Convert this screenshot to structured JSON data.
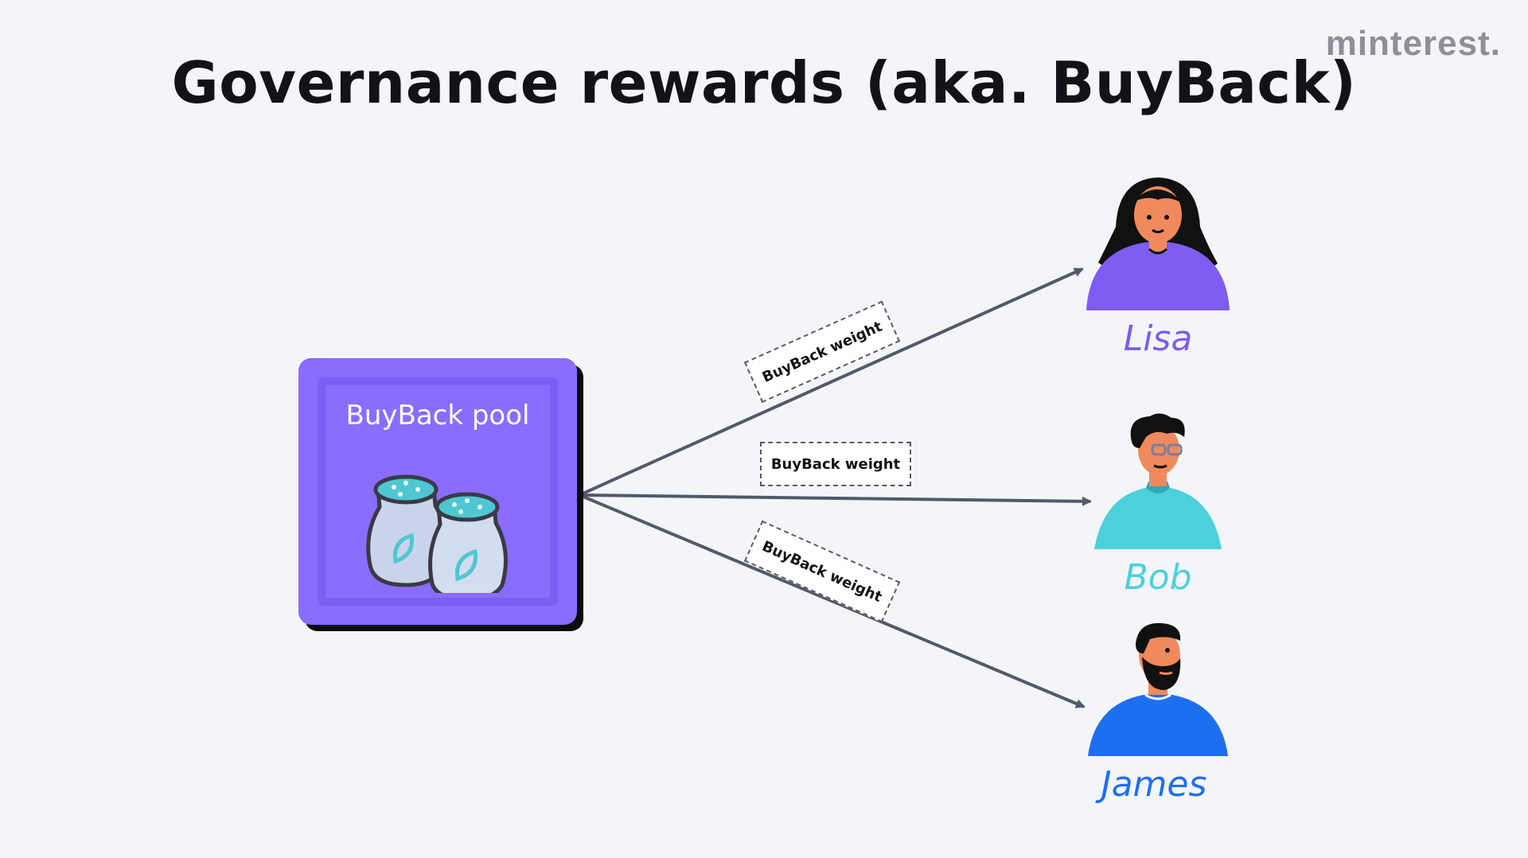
{
  "brand": {
    "logo_text": "minterest.",
    "logo_color": "#8e8f97"
  },
  "title": "Governance rewards (aka. BuyBack)",
  "pool": {
    "label": "BuyBack pool",
    "color": "#8a6cff",
    "icon": "token-bags-icon"
  },
  "flows": [
    {
      "label": "BuyBack weight",
      "to": "Lisa"
    },
    {
      "label": "BuyBack weight",
      "to": "Bob"
    },
    {
      "label": "BuyBack weight",
      "to": "James"
    }
  ],
  "recipients": [
    {
      "name": "Lisa",
      "color": "#7d5cf0",
      "icon": "woman-avatar-icon"
    },
    {
      "name": "Bob",
      "color": "#4cd0dc",
      "icon": "man-glasses-avatar-icon"
    },
    {
      "name": "James",
      "color": "#1e6ff0",
      "icon": "bearded-man-avatar-icon"
    }
  ],
  "colors": {
    "arrow": "#55586a",
    "background": "#f4f5f9"
  }
}
